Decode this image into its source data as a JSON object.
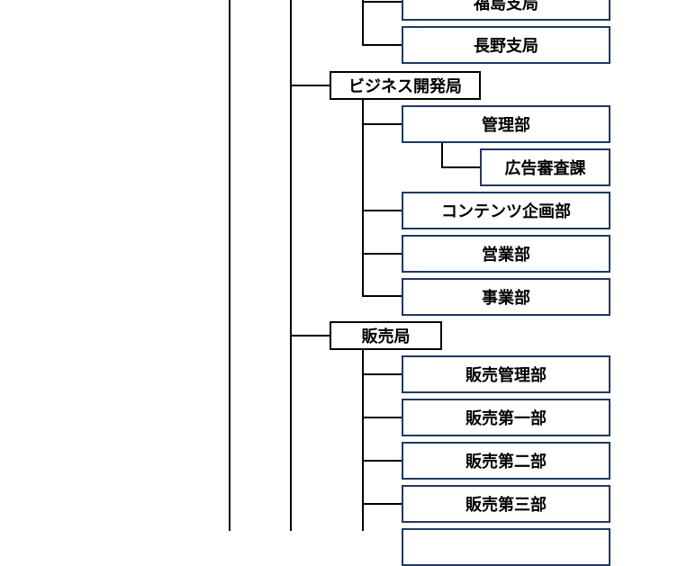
{
  "org_chart": {
    "nodes": {
      "fukushima": "福島支局",
      "nagano": "長野支局",
      "business": "ビジネス開発局",
      "kanri": "管理部",
      "koukoku": "広告審査課",
      "contents": "コンテンツ企画部",
      "eigyo": "営業部",
      "jigyo": "事業部",
      "hanbai": "販売局",
      "hanbai_kanri": "販売管理部",
      "hanbai_1": "販売第一部",
      "hanbai_2": "販売第二部",
      "hanbai_3": "販売第三部"
    }
  }
}
